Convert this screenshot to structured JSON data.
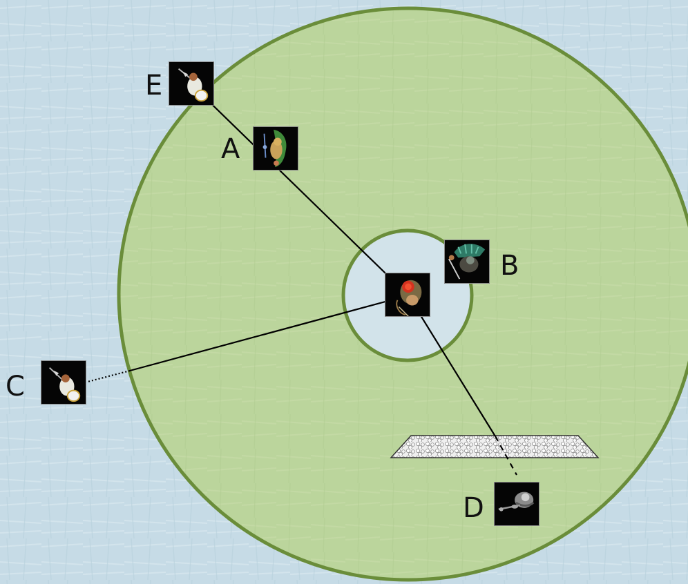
{
  "scene": {
    "background_color": "#c9dde8",
    "outer_area_color": "#bbd59c",
    "ring_stroke_color": "#6a8d3a",
    "inner_area_color": "#d2e3ea"
  },
  "units": {
    "a": {
      "label": "A",
      "icon": "green-cloaked-archer-icon"
    },
    "b": {
      "label": "B",
      "icon": "armored-swordsman-icon"
    },
    "c": {
      "label": "C",
      "icon": "white-shield-knight-icon"
    },
    "d": {
      "label": "D",
      "icon": "gray-armored-warrior-icon"
    },
    "e": {
      "label": "E",
      "icon": "white-shield-knight-icon"
    },
    "center": {
      "label": "",
      "icon": "red-hooded-archer-icon"
    }
  },
  "obstacle": {
    "icon": "rubble-wall-icon"
  }
}
